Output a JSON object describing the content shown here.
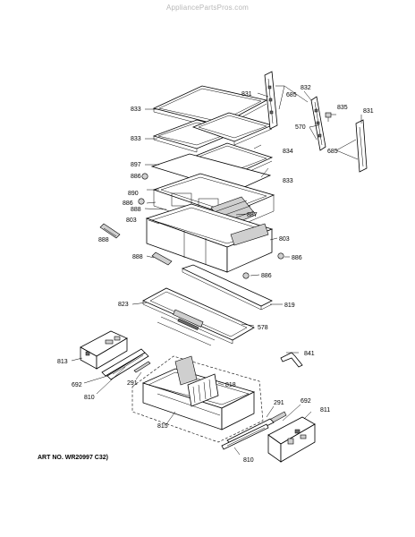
{
  "watermark": "AppliancePartsPros.com",
  "art_number": "ART NO. WR20997 C32)",
  "callouts": [
    {
      "id": "c833a",
      "label": "833"
    },
    {
      "id": "c833b",
      "label": "833"
    },
    {
      "id": "c833c",
      "label": "833"
    },
    {
      "id": "c834",
      "label": "834"
    },
    {
      "id": "c831a",
      "label": "831"
    },
    {
      "id": "c831b",
      "label": "831"
    },
    {
      "id": "c685a",
      "label": "685"
    },
    {
      "id": "c685b",
      "label": "685"
    },
    {
      "id": "c832",
      "label": "832"
    },
    {
      "id": "c835",
      "label": "835"
    },
    {
      "id": "c570",
      "label": "570"
    },
    {
      "id": "c897",
      "label": "897"
    },
    {
      "id": "c886a",
      "label": "886"
    },
    {
      "id": "c886b",
      "label": "886"
    },
    {
      "id": "c886c",
      "label": "886"
    },
    {
      "id": "c886d",
      "label": "886"
    },
    {
      "id": "c890",
      "label": "890"
    },
    {
      "id": "c887",
      "label": "887"
    },
    {
      "id": "c888a",
      "label": "888"
    },
    {
      "id": "c888b",
      "label": "888"
    },
    {
      "id": "c888c",
      "label": "888"
    },
    {
      "id": "c803a",
      "label": "803"
    },
    {
      "id": "c803b",
      "label": "803"
    },
    {
      "id": "c823",
      "label": "823"
    },
    {
      "id": "c819",
      "label": "819"
    },
    {
      "id": "c578",
      "label": "578"
    },
    {
      "id": "c841",
      "label": "841"
    },
    {
      "id": "c813",
      "label": "813"
    },
    {
      "id": "c692a",
      "label": "692"
    },
    {
      "id": "c692b",
      "label": "692"
    },
    {
      "id": "c810a",
      "label": "810"
    },
    {
      "id": "c810b",
      "label": "810"
    },
    {
      "id": "c291a",
      "label": "291"
    },
    {
      "id": "c291b",
      "label": "291"
    },
    {
      "id": "c818",
      "label": "818"
    },
    {
      "id": "c815",
      "label": "815"
    },
    {
      "id": "c811",
      "label": "811"
    }
  ]
}
